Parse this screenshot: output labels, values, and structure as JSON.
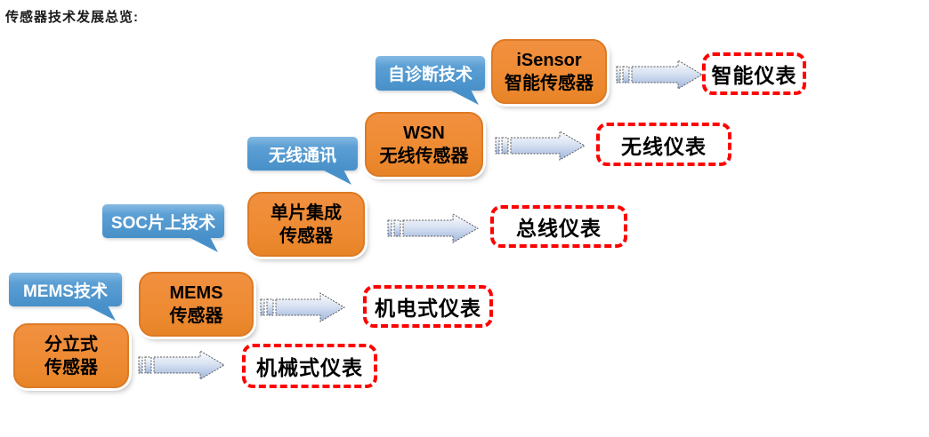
{
  "title": "传感器技术发展总览:",
  "palette": {
    "sensor_box_orange": "#ee8a32",
    "sensor_box_border": "#dd7a24",
    "bubble_blue": "#4890c9",
    "bubble_blue_light": "#86bae4",
    "bubble_text": "#ffffff",
    "instrument_border_red": "#fe0000",
    "arrow_fill_top": "#fcfdff",
    "arrow_fill_bottom": "#9fb6dc",
    "arrow_outline": "#5a5a5a",
    "text_black": "#000000"
  },
  "rows": [
    {
      "technology": "自诊断技术",
      "sensor_line1": "iSensor",
      "sensor_line2": "智能传感器",
      "instrument": "智能仪表"
    },
    {
      "technology": "无线通讯",
      "sensor_line1": "WSN",
      "sensor_line2": "无线传感器",
      "instrument": "无线仪表"
    },
    {
      "technology": "SOC片上技术",
      "sensor_line1": "单片集成",
      "sensor_line2": "传感器",
      "instrument": "总线仪表"
    },
    {
      "technology": "MEMS技术",
      "sensor_line1": "MEMS",
      "sensor_line2": "传感器",
      "instrument": "机电式仪表"
    },
    {
      "technology": "",
      "sensor_line1": "分立式",
      "sensor_line2": "传感器",
      "instrument": "机械式仪表"
    }
  ]
}
